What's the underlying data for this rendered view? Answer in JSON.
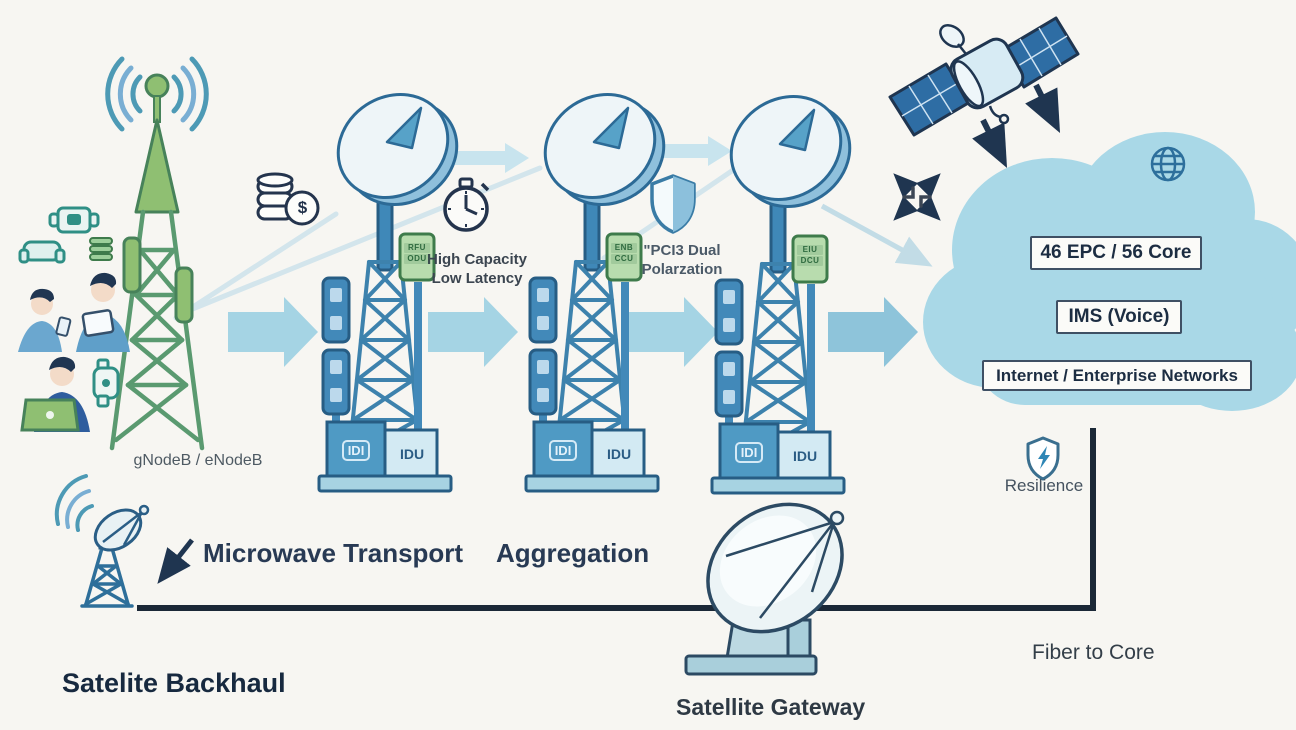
{
  "diagram": {
    "labels": {
      "gnodeb": "gNodeB / eNodeB",
      "high_capacity": [
        "High Capacity",
        "Low Latency"
      ],
      "dual_polarization": [
        "\"PCI3 Dual",
        "Polarzation"
      ],
      "microwave_transport": "Microwave Transport",
      "aggregation": "Aggregation",
      "satellite_backhaul": "Satelite Backhaul",
      "satellite_gateway": "Satellite Gateway",
      "fiber_to_core": "Fiber to Core",
      "resilience": "Resilience",
      "dollar": "$"
    },
    "towers": [
      {
        "unit_badge": "IDI",
        "unit_label": "IDU",
        "equipment": [
          "RFU",
          "ODU"
        ]
      },
      {
        "unit_badge": "IDI",
        "unit_label": "IDU",
        "equipment": [
          "ENB",
          "CCU"
        ]
      },
      {
        "unit_badge": "IDI",
        "unit_label": "IDU",
        "equipment": [
          "EIU",
          "DCU"
        ]
      }
    ],
    "cloud": {
      "boxes": [
        "46 EPC / 56 Core",
        "IMS (Voice)",
        "Internet / Enterprise Networks"
      ]
    },
    "colors": {
      "background": "#f7f6f2",
      "navy": "#1f3550",
      "tower_blue": "#3d82ad",
      "arrow_light_blue": "#a5d4e4",
      "cloud_blue": "#a9d8e7",
      "gnodeb_green": "#8fbf72",
      "equipment_green": "#b8dcae"
    }
  }
}
